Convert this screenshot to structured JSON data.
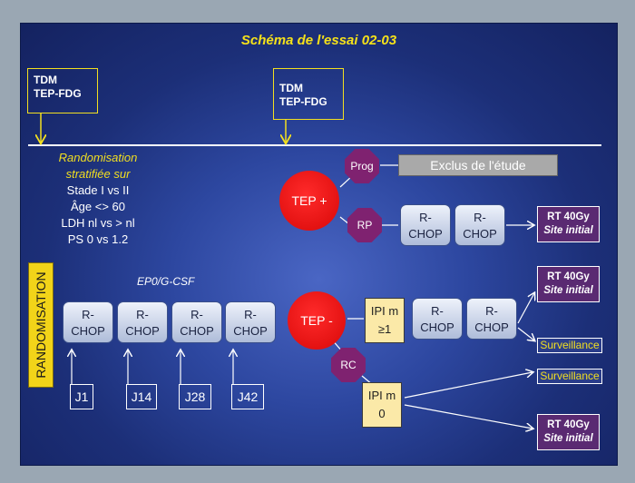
{
  "title": "Schéma de l'essai 02-03",
  "tdm_left": {
    "line1": "TDM",
    "line2": "TEP-FDG"
  },
  "tdm_mid": {
    "line1": "TDM",
    "line2": "TEP-FDG"
  },
  "strat": {
    "line1": "Randomisation",
    "line2": "stratifiée sur",
    "items": [
      "Stade I vs II",
      "Âge <> 60",
      "LDH nl vs > nl",
      "PS 0 vs 1.2"
    ]
  },
  "prog": "Prog",
  "exclus": "Exclus de l'étude",
  "tep_plus": "TEP +",
  "rp": "RP",
  "rc": "RC",
  "tep_minus": "TEP -",
  "rchop": {
    "line1": "R-",
    "line2": "CHOP"
  },
  "ep0": "EP0/G-CSF",
  "randomisation": "RANDOMISATION",
  "rt": {
    "line1": "RT 40Gy",
    "line2": "Site initial"
  },
  "surveillance": "Surveillance",
  "ipi_ge1": {
    "line1": "IPI m",
    "line2": "≥1"
  },
  "ipi_0": {
    "line1": "IPI m",
    "line2": "0"
  },
  "days": [
    "J1",
    "J14",
    "J28",
    "J42"
  ]
}
